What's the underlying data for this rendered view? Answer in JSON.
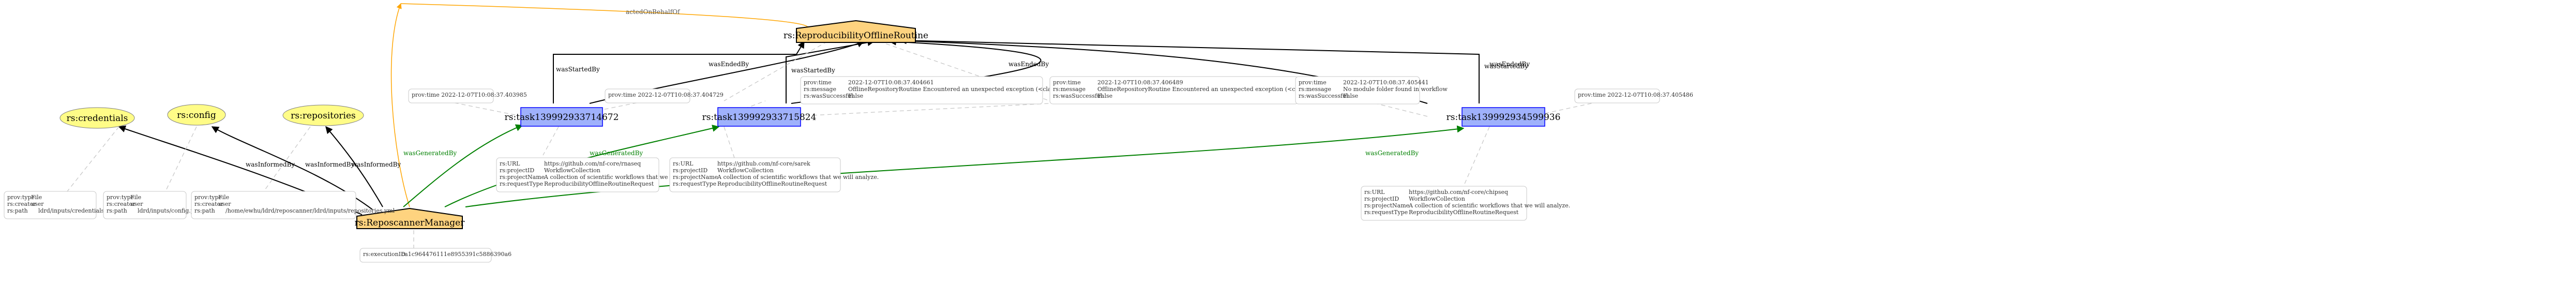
{
  "nodes": {
    "reproducibility": "rs:ReproducibilityOfflineRoutine",
    "reposcanner": "rs:ReposcannerManager",
    "task1": "rs:task139992933714672",
    "task2": "rs:task139992933715824",
    "task3": "rs:task139992934599936",
    "credentials": "rs:credentials",
    "config": "rs:config",
    "repositories": "rs:repositories"
  },
  "edge_labels": {
    "actedOnBehalfOf": "actedOnBehalfOf",
    "wasStartedBy": "wasStartedBy",
    "wasEndedBy": "wasEndedBy",
    "wasGeneratedBy": "wasGeneratedBy",
    "wasInformedBy": "wasInformedBy"
  },
  "notes": {
    "credentials": [
      {
        "k": "prov:type",
        "v": "File"
      },
      {
        "k": "rs:creator",
        "v": "user"
      },
      {
        "k": "rs:path",
        "v": "    ldrd/inputs/credentials.yml"
      }
    ],
    "config": [
      {
        "k": "prov:type",
        "v": "File"
      },
      {
        "k": "rs:creator",
        "v": "user"
      },
      {
        "k": "rs:path",
        "v": "    ldrd/inputs/config.yml"
      }
    ],
    "repositories": [
      {
        "k": "prov:type",
        "v": "File"
      },
      {
        "k": "rs:creator",
        "v": "user"
      },
      {
        "k": "rs:path",
        "v": "    /home/ewhu/ldrd/reposcanner/ldrd/inputs/repositories.yml"
      }
    ],
    "reposcanner": [
      {
        "k": "rs:executionID",
        "v": "ca1c964476111e8955391c5886390a6"
      }
    ],
    "task1_start": [
      {
        "k": "prov:time",
        "v": "2022-12-07T10:08:37.403985"
      }
    ],
    "task1_end": [
      {
        "k": "prov:time",
        "v": "2022-12-07T10:08:37.404729"
      }
    ],
    "task1_gen": [
      {
        "k": "rs:URL",
        "v": "https://github.com/nf-core/rnaseq"
      },
      {
        "k": "rs:projectID",
        "v": "WorkflowCollection"
      },
      {
        "k": "rs:projectName",
        "v": "A collection of scientific workflows that we will analyze."
      },
      {
        "k": "rs:requestType",
        "v": "ReproducibilityOfflineRoutineRequest"
      }
    ],
    "task2_start": [
      {
        "k": "prov:time",
        "v": "2022-12-07T10:08:37.404661"
      },
      {
        "k": "rs:message",
        "v": "OfflineRepositoryRoutine Encountered an unexpected exception (<class 'TypeError'>)."
      },
      {
        "k": "rs:wasSuccessful",
        "v": "False"
      }
    ],
    "task2_gen": [
      {
        "k": "rs:URL",
        "v": "https://github.com/nf-core/sarek"
      },
      {
        "k": "rs:projectID",
        "v": "WorkflowCollection"
      },
      {
        "k": "rs:projectName",
        "v": "A collection of scientific workflows that we will analyze."
      },
      {
        "k": "rs:requestType",
        "v": "ReproducibilityOfflineRoutineRequest"
      }
    ],
    "task2_end": [
      {
        "k": "prov:time",
        "v": "2022-12-07T10:08:37.406489"
      },
      {
        "k": "rs:message",
        "v": "OfflineRepositoryRoutine Encountered an unexpected exception (<class 'TypeError'>)."
      },
      {
        "k": "rs:wasSuccessful",
        "v": "False"
      }
    ],
    "task3_end": [
      {
        "k": "prov:time",
        "v": "2022-12-07T10:08:37.405441"
      },
      {
        "k": "rs:message",
        "v": "No module folder found in workflow"
      },
      {
        "k": "rs:wasSuccessful",
        "v": "False"
      }
    ],
    "task3_start": [
      {
        "k": "prov:time",
        "v": "2022-12-07T10:08:37.405486"
      }
    ],
    "task3_gen": [
      {
        "k": "rs:URL",
        "v": "https://github.com/nf-core/chipseq"
      },
      {
        "k": "rs:projectID",
        "v": "WorkflowCollection"
      },
      {
        "k": "rs:projectName",
        "v": "A collection of scientific workflows that we will analyze."
      },
      {
        "k": "rs:requestType",
        "v": "ReproducibilityOfflineRoutineRequest"
      }
    ]
  },
  "colors": {
    "agent_fill": "#fed37f",
    "activity_fill": "#9fb1fc",
    "activity_stroke": "#0000ff",
    "entity_fill": "#fffc87",
    "generated_edge": "#008000",
    "acted_on_behalf_edge": "#ffa500",
    "note_border": "#c8c8c8"
  }
}
